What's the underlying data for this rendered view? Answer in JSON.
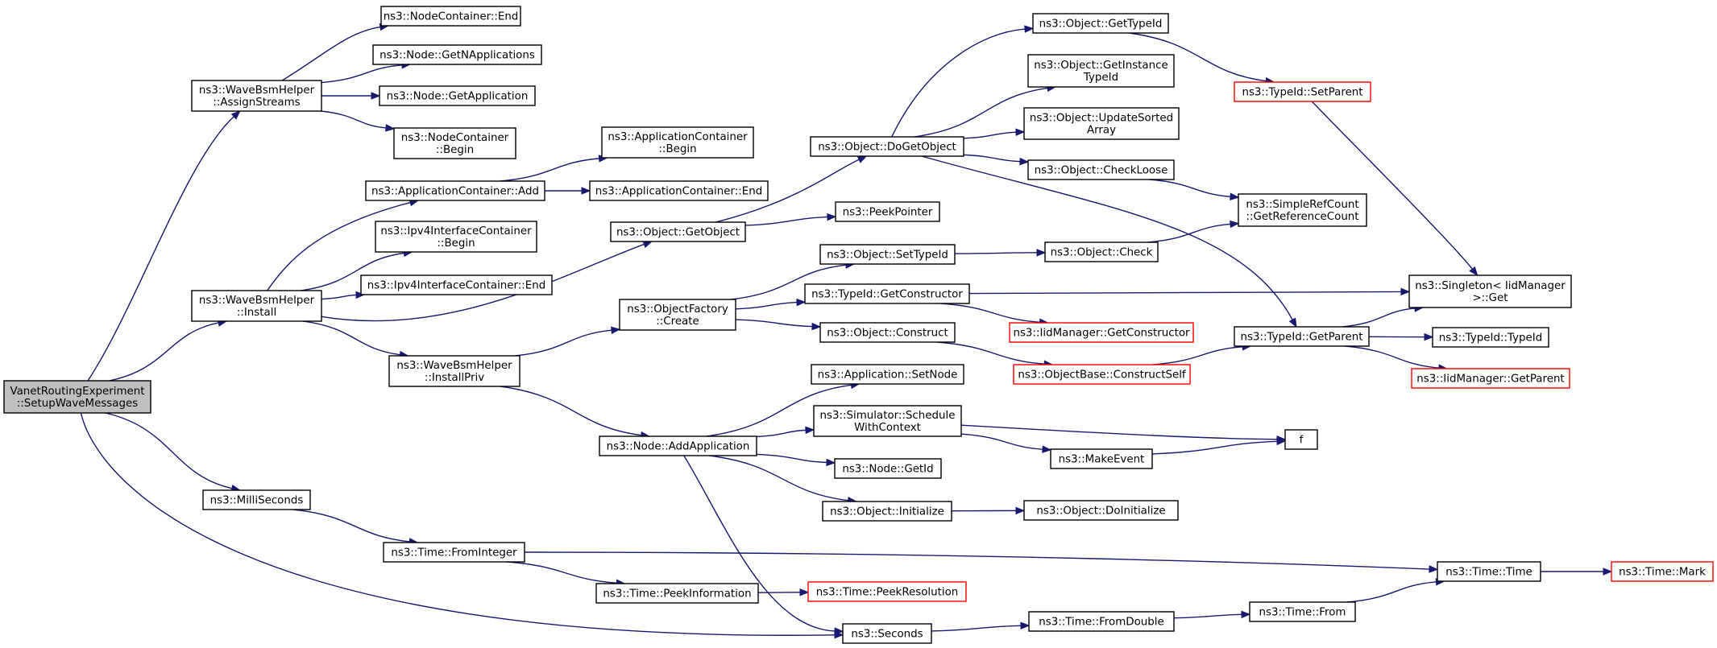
{
  "colors": {
    "edge": "#191970",
    "border_default": "#000000",
    "border_truncated": "#ff0000",
    "root_fill": "#bfbfbf",
    "background": "#ffffff"
  },
  "nodes": [
    {
      "id": "root",
      "lines": [
        "VanetRoutingExperiment",
        "::SetupWaveMessages"
      ],
      "style": "root"
    },
    {
      "id": "assignstreams",
      "lines": [
        "ns3::WaveBsmHelper",
        "::AssignStreams"
      ]
    },
    {
      "id": "install",
      "lines": [
        "ns3::WaveBsmHelper",
        "::Install"
      ]
    },
    {
      "id": "milliseconds",
      "lines": [
        "ns3::MilliSeconds"
      ]
    },
    {
      "id": "nc_end",
      "lines": [
        "ns3::NodeContainer::End"
      ]
    },
    {
      "id": "node_getnapps",
      "lines": [
        "ns3::Node::GetNApplications"
      ]
    },
    {
      "id": "node_getapp",
      "lines": [
        "ns3::Node::GetApplication"
      ]
    },
    {
      "id": "nc_begin",
      "lines": [
        "ns3::NodeContainer",
        "::Begin"
      ]
    },
    {
      "id": "ac_add",
      "lines": [
        "ns3::ApplicationContainer::Add"
      ]
    },
    {
      "id": "ipv4_begin",
      "lines": [
        "ns3::Ipv4InterfaceContainer",
        "::Begin"
      ]
    },
    {
      "id": "ipv4_end",
      "lines": [
        "ns3::Ipv4InterfaceContainer::End"
      ]
    },
    {
      "id": "installpriv",
      "lines": [
        "ns3::WaveBsmHelper",
        "::InstallPriv"
      ]
    },
    {
      "id": "time_fromint",
      "lines": [
        "ns3::Time::FromInteger"
      ]
    },
    {
      "id": "ac_begin",
      "lines": [
        "ns3::ApplicationContainer",
        "::Begin"
      ]
    },
    {
      "id": "ac_end",
      "lines": [
        "ns3::ApplicationContainer::End"
      ]
    },
    {
      "id": "obj_getobject",
      "lines": [
        "ns3::Object::GetObject"
      ]
    },
    {
      "id": "objfactory_create",
      "lines": [
        "ns3::ObjectFactory",
        "::Create"
      ]
    },
    {
      "id": "node_addapp",
      "lines": [
        "ns3::Node::AddApplication"
      ]
    },
    {
      "id": "time_peekinfo",
      "lines": [
        "ns3::Time::PeekInformation"
      ]
    },
    {
      "id": "obj_dogetobject",
      "lines": [
        "ns3::Object::DoGetObject"
      ]
    },
    {
      "id": "peekpointer",
      "lines": [
        "ns3::PeekPointer"
      ]
    },
    {
      "id": "obj_settypeid",
      "lines": [
        "ns3::Object::SetTypeId"
      ]
    },
    {
      "id": "typeid_getconstructor",
      "lines": [
        "ns3::TypeId::GetConstructor"
      ]
    },
    {
      "id": "obj_construct",
      "lines": [
        "ns3::Object::Construct"
      ]
    },
    {
      "id": "app_setnode",
      "lines": [
        "ns3::Application::SetNode"
      ]
    },
    {
      "id": "sim_schedule",
      "lines": [
        "ns3::Simulator::Schedule",
        "WithContext"
      ]
    },
    {
      "id": "node_getid",
      "lines": [
        "ns3::Node::GetId"
      ]
    },
    {
      "id": "obj_initialize",
      "lines": [
        "ns3::Object::Initialize"
      ]
    },
    {
      "id": "time_peekres",
      "lines": [
        "ns3::Time::PeekResolution"
      ],
      "style": "red"
    },
    {
      "id": "seconds",
      "lines": [
        "ns3::Seconds"
      ]
    },
    {
      "id": "obj_gettypeid",
      "lines": [
        "ns3::Object::GetTypeId"
      ]
    },
    {
      "id": "obj_getinstancetypeid",
      "lines": [
        "ns3::Object::GetInstance",
        "TypeId"
      ]
    },
    {
      "id": "obj_updatesorted",
      "lines": [
        "ns3::Object::UpdateSorted",
        "Array"
      ]
    },
    {
      "id": "obj_checkloose",
      "lines": [
        "ns3::Object::CheckLoose"
      ]
    },
    {
      "id": "obj_check",
      "lines": [
        "ns3::Object::Check"
      ]
    },
    {
      "id": "iid_getconstructor",
      "lines": [
        "ns3::IidManager::GetConstructor"
      ],
      "style": "red"
    },
    {
      "id": "objbase_constructself",
      "lines": [
        "ns3::ObjectBase::ConstructSelf"
      ],
      "style": "red"
    },
    {
      "id": "makeevent",
      "lines": [
        "ns3::MakeEvent"
      ]
    },
    {
      "id": "obj_doinitialize",
      "lines": [
        "ns3::Object::DoInitialize"
      ]
    },
    {
      "id": "time_fromdouble",
      "lines": [
        "ns3::Time::FromDouble"
      ]
    },
    {
      "id": "typeid_setparent",
      "lines": [
        "ns3::TypeId::SetParent"
      ],
      "style": "red"
    },
    {
      "id": "simplerefcount",
      "lines": [
        "ns3::SimpleRefCount",
        "::GetReferenceCount"
      ]
    },
    {
      "id": "typeid_getparent",
      "lines": [
        "ns3::TypeId::GetParent"
      ]
    },
    {
      "id": "f",
      "lines": [
        "f"
      ]
    },
    {
      "id": "time_from",
      "lines": [
        "ns3::Time::From"
      ]
    },
    {
      "id": "singleton_get",
      "lines": [
        "ns3::Singleton< IidManager",
        " >::Get"
      ]
    },
    {
      "id": "typeid_typeid",
      "lines": [
        "ns3::TypeId::TypeId"
      ]
    },
    {
      "id": "iid_getparent",
      "lines": [
        "ns3::IidManager::GetParent"
      ],
      "style": "red"
    },
    {
      "id": "time_time",
      "lines": [
        "ns3::Time::Time"
      ]
    },
    {
      "id": "time_mark",
      "lines": [
        "ns3::Time::Mark"
      ],
      "style": "red"
    }
  ],
  "edges": [
    {
      "from": "root",
      "to": "assignstreams"
    },
    {
      "from": "root",
      "to": "install"
    },
    {
      "from": "root",
      "to": "milliseconds"
    },
    {
      "from": "root",
      "to": "seconds"
    },
    {
      "from": "assignstreams",
      "to": "nc_end"
    },
    {
      "from": "assignstreams",
      "to": "node_getnapps"
    },
    {
      "from": "assignstreams",
      "to": "node_getapp"
    },
    {
      "from": "assignstreams",
      "to": "nc_begin"
    },
    {
      "from": "install",
      "to": "ac_add"
    },
    {
      "from": "install",
      "to": "ipv4_begin"
    },
    {
      "from": "install",
      "to": "ipv4_end"
    },
    {
      "from": "install",
      "to": "obj_getobject"
    },
    {
      "from": "install",
      "to": "installpriv"
    },
    {
      "from": "ac_add",
      "to": "ac_begin"
    },
    {
      "from": "ac_add",
      "to": "ac_end"
    },
    {
      "from": "installpriv",
      "to": "objfactory_create"
    },
    {
      "from": "installpriv",
      "to": "node_addapp"
    },
    {
      "from": "milliseconds",
      "to": "time_fromint"
    },
    {
      "from": "time_fromint",
      "to": "time_peekinfo"
    },
    {
      "from": "time_fromint",
      "to": "time_time"
    },
    {
      "from": "time_peekinfo",
      "to": "time_peekres"
    },
    {
      "from": "obj_getobject",
      "to": "obj_dogetobject"
    },
    {
      "from": "obj_getobject",
      "to": "peekpointer"
    },
    {
      "from": "obj_dogetobject",
      "to": "obj_gettypeid"
    },
    {
      "from": "obj_dogetobject",
      "to": "obj_getinstancetypeid"
    },
    {
      "from": "obj_dogetobject",
      "to": "obj_updatesorted"
    },
    {
      "from": "obj_dogetobject",
      "to": "obj_checkloose"
    },
    {
      "from": "obj_dogetobject",
      "to": "typeid_getparent"
    },
    {
      "from": "obj_gettypeid",
      "to": "typeid_setparent"
    },
    {
      "from": "typeid_setparent",
      "to": "singleton_get"
    },
    {
      "from": "obj_checkloose",
      "to": "simplerefcount"
    },
    {
      "from": "objfactory_create",
      "to": "obj_settypeid"
    },
    {
      "from": "objfactory_create",
      "to": "typeid_getconstructor"
    },
    {
      "from": "objfactory_create",
      "to": "obj_construct"
    },
    {
      "from": "obj_settypeid",
      "to": "obj_check"
    },
    {
      "from": "obj_check",
      "to": "simplerefcount"
    },
    {
      "from": "typeid_getconstructor",
      "to": "singleton_get"
    },
    {
      "from": "typeid_getconstructor",
      "to": "iid_getconstructor"
    },
    {
      "from": "obj_construct",
      "to": "objbase_constructself"
    },
    {
      "from": "objbase_constructself",
      "to": "typeid_getparent"
    },
    {
      "from": "typeid_getparent",
      "to": "singleton_get"
    },
    {
      "from": "typeid_getparent",
      "to": "typeid_typeid"
    },
    {
      "from": "typeid_getparent",
      "to": "iid_getparent"
    },
    {
      "from": "node_addapp",
      "to": "app_setnode"
    },
    {
      "from": "node_addapp",
      "to": "sim_schedule"
    },
    {
      "from": "node_addapp",
      "to": "node_getid"
    },
    {
      "from": "node_addapp",
      "to": "obj_initialize"
    },
    {
      "from": "node_addapp",
      "to": "seconds"
    },
    {
      "from": "sim_schedule",
      "to": "f"
    },
    {
      "from": "sim_schedule",
      "to": "makeevent"
    },
    {
      "from": "makeevent",
      "to": "f"
    },
    {
      "from": "obj_initialize",
      "to": "obj_doinitialize"
    },
    {
      "from": "seconds",
      "to": "time_fromdouble"
    },
    {
      "from": "time_fromdouble",
      "to": "time_from"
    },
    {
      "from": "time_from",
      "to": "time_time"
    },
    {
      "from": "time_time",
      "to": "time_mark"
    }
  ]
}
